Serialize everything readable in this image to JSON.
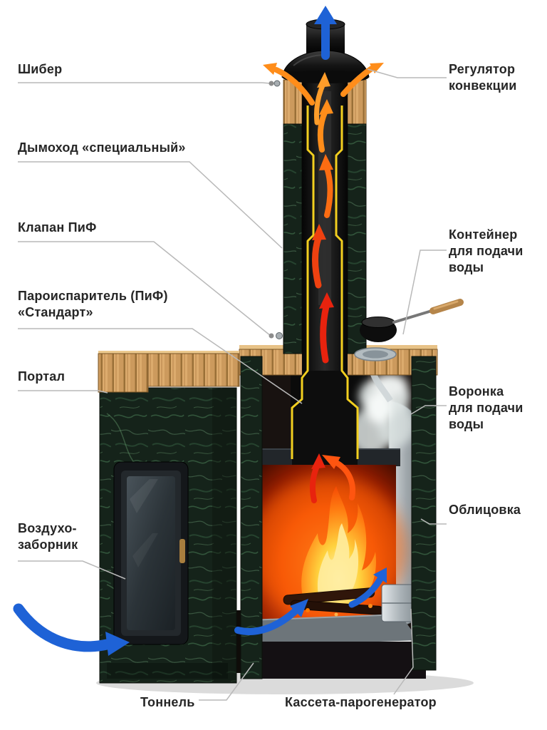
{
  "diagram": {
    "subject": "sauna-stove-cutaway",
    "labels": {
      "shiber": "Шибер",
      "regulator": "Регулятор\nконвекции",
      "dymohod": "Дымоход «специальный»",
      "klapan": "Клапан ПиФ",
      "konteyner": "Контейнер\nдля подачи\nводы",
      "paroisparitel": "Пароиспаритель (ПиФ)\n«Стандарт»",
      "portal": "Портал",
      "voronka": "Воронка\nдля подачи\nводы",
      "oblicovka": "Облицовка",
      "vozduho": "Воздухо-\nзаборник",
      "tonnel": "Тоннель",
      "kasseta": "Кассета-парогенератор"
    },
    "colors": {
      "label_text": "#262626",
      "leader_line": "#b9b9b9",
      "arrow_blue": "#1e62d6",
      "arrow_red": "#e8230e",
      "arrow_orange": "#ff8d1a",
      "channel_yellow": "#f2cf1f",
      "stone_green": "#15231a",
      "wood": "#cc9a5d",
      "fire_core": "#ffd23e",
      "steel": "#a9b1b6"
    }
  }
}
